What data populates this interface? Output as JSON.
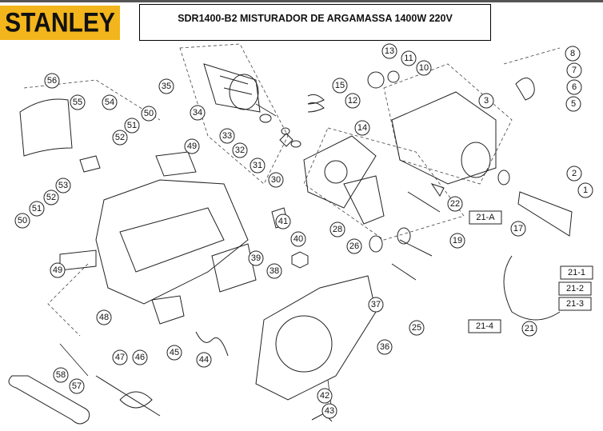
{
  "brand": "STANLEY",
  "title": "SDR1400-B2 MISTURADOR DE ARGAMASSA 1400W 220V",
  "labels": {
    "p56": "56",
    "p55": "55",
    "p54": "54",
    "p50a": "50",
    "p51a": "51",
    "p52a": "52",
    "p49a": "49",
    "p53": "53",
    "p52b": "52",
    "p51b": "51",
    "p50b": "50",
    "p49b": "49",
    "p48": "48",
    "p47": "47",
    "p46": "46",
    "p45": "45",
    "p44": "44",
    "p58": "58",
    "p57": "57",
    "p35": "35",
    "p34": "34",
    "p33": "33",
    "p32": "32",
    "p31": "31",
    "p30": "30",
    "p15": "15",
    "p14": "14",
    "p13": "13",
    "p12": "12",
    "p11": "11",
    "p10": "10",
    "p3": "3",
    "p8": "8",
    "p7": "7",
    "p6": "6",
    "p5": "5",
    "p2": "2",
    "p1": "1",
    "p22": "22",
    "p21A": "21-A",
    "p17": "17",
    "p19": "19",
    "p26": "26",
    "p28": "28",
    "p41": "41",
    "p40": "40",
    "p39": "39",
    "p38": "38",
    "p37": "37",
    "p25": "25",
    "p36": "36",
    "p42": "42",
    "p43": "43",
    "p21_1": "21-1",
    "p21_2": "21-2",
    "p21_3": "21-3",
    "p21_4": "21-4",
    "p21": "21"
  }
}
